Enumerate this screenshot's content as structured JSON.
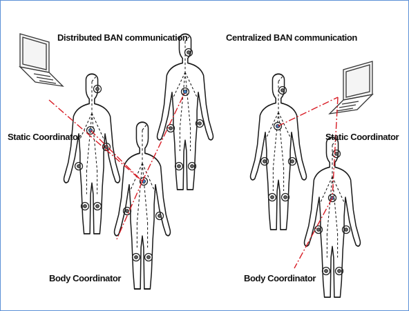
{
  "labels": {
    "distributed_title": "Distributed BAN communication",
    "centralized_title": "Centralized BAN communication",
    "static_left": "Static Coordinator",
    "static_right": "Static Coordinator",
    "body_left": "Body Coordinator",
    "body_right": "Body Coordinator"
  },
  "colors": {
    "border": "#5b8fd6",
    "link": "#d81b24",
    "coordinator_sensor": "#3d7fc4"
  },
  "icons": [
    "laptop-icon",
    "human-body-icon",
    "sensor-icon"
  ]
}
